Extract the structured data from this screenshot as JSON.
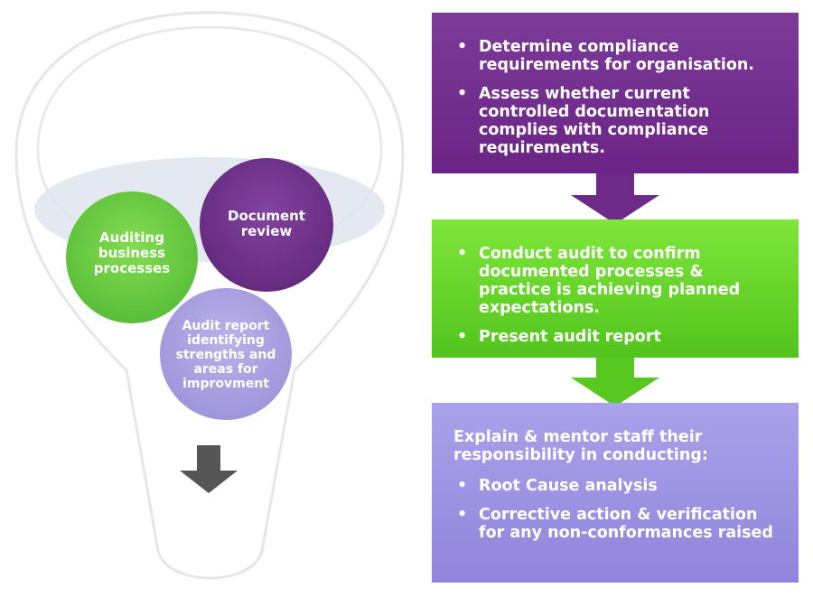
{
  "circles": [
    {
      "id": "auditing",
      "lines": [
        "Auditing",
        "business",
        "processes"
      ]
    },
    {
      "id": "document",
      "lines": [
        "Document",
        "review"
      ]
    },
    {
      "id": "report",
      "lines": [
        "Audit report",
        "identifying",
        "strengths and",
        "areas for",
        "improvment"
      ]
    }
  ],
  "steps": [
    {
      "bullets": [
        "Determine compliance requirements for organisation.",
        "Assess whether current controlled documentation complies with compliance requirements."
      ]
    },
    {
      "bullets": [
        "Conduct audit to confirm documented processes & practice is achieving planned expectations.",
        "Present audit report"
      ]
    },
    {
      "intro": "Explain & mentor staff their responsibility in conducting:",
      "bullets": [
        "Root Cause analysis",
        "Corrective action & verification for any non-conformances raised"
      ]
    }
  ],
  "colors": {
    "purple": "#6e2a89",
    "green": "#5fcf25",
    "lavender": "#9c92e2",
    "funnel_arrow": "#555555",
    "funnel_outline": "#e2e2e2"
  }
}
